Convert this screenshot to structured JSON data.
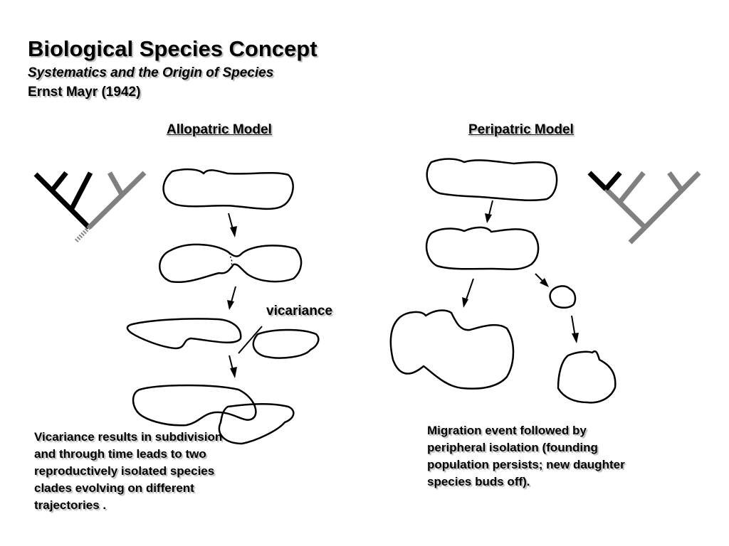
{
  "header": {
    "title": "Biological Species Concept",
    "subtitle": "Systematics and the Origin of Species",
    "author": "Ernst Mayr (1942)"
  },
  "allopatric": {
    "title": "Allopatric Model",
    "vicariance_label": "vicariance",
    "caption": "Vicariance results in subdivision and through time leads to two reproductively isolated species clades evolving on different trajectories ."
  },
  "peripatric": {
    "title": "Peripatric Model",
    "caption": "Migration event followed by peripheral isolation (founding population persists; new daughter species buds off)."
  },
  "colors": {
    "black_branch": "#000000",
    "gray_branch": "#808080"
  }
}
